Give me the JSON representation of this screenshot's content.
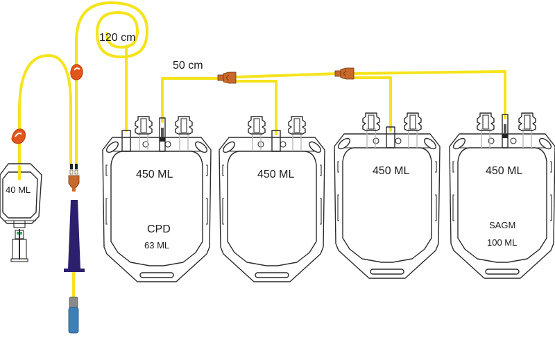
{
  "diagram": {
    "title_hidden": "Quadruple blood bag system",
    "tubing_labels": {
      "donor_line_length": "120 cm",
      "transfer_line_length": "50 cm"
    },
    "sample_pouch": {
      "volume": "40 ML"
    },
    "bags": [
      {
        "id": "primary",
        "capacity": "450 ML",
        "solution": "CPD",
        "solution_volume": "63 ML"
      },
      {
        "id": "transfer-1",
        "capacity": "450 ML"
      },
      {
        "id": "transfer-2",
        "capacity": "450 ML"
      },
      {
        "id": "additive",
        "capacity": "450 ML",
        "solution": "SAGM",
        "solution_volume": "100 ML"
      }
    ],
    "colors": {
      "tubing": "#f5e41c",
      "clamp": "#e0561c",
      "connector": "#c8682a",
      "needle_cover": "#2b1f6e",
      "needle_hub": "#3f7fb8",
      "outline": "#2a2a2a"
    }
  }
}
